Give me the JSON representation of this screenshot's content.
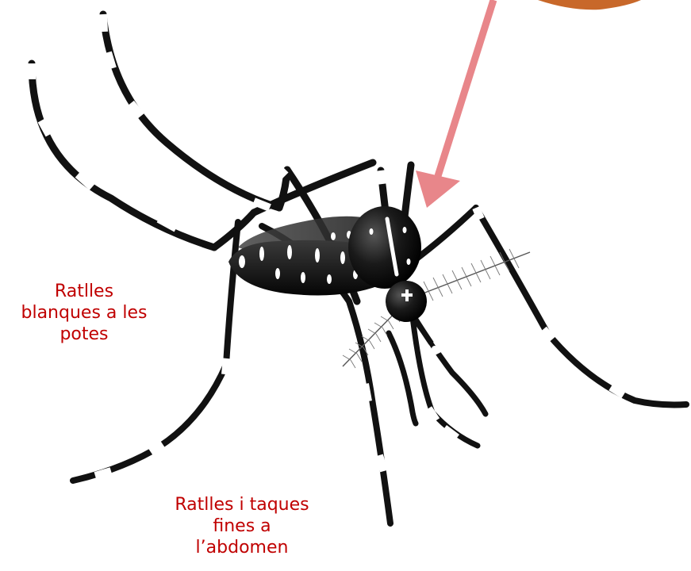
{
  "colors": {
    "label": "#c00000",
    "arrow": "#e8868a",
    "callout_blob": "#c8682a",
    "body": "#111111",
    "stripe": "#ffffff"
  },
  "labels": {
    "legs": [
      "Ratlles",
      "blanques a les",
      "potes"
    ],
    "abdomen": [
      "Ratlles i taques",
      "fines a",
      "l’abdomen"
    ]
  },
  "icons": [
    "mosquito-illustration",
    "arrow-icon"
  ]
}
